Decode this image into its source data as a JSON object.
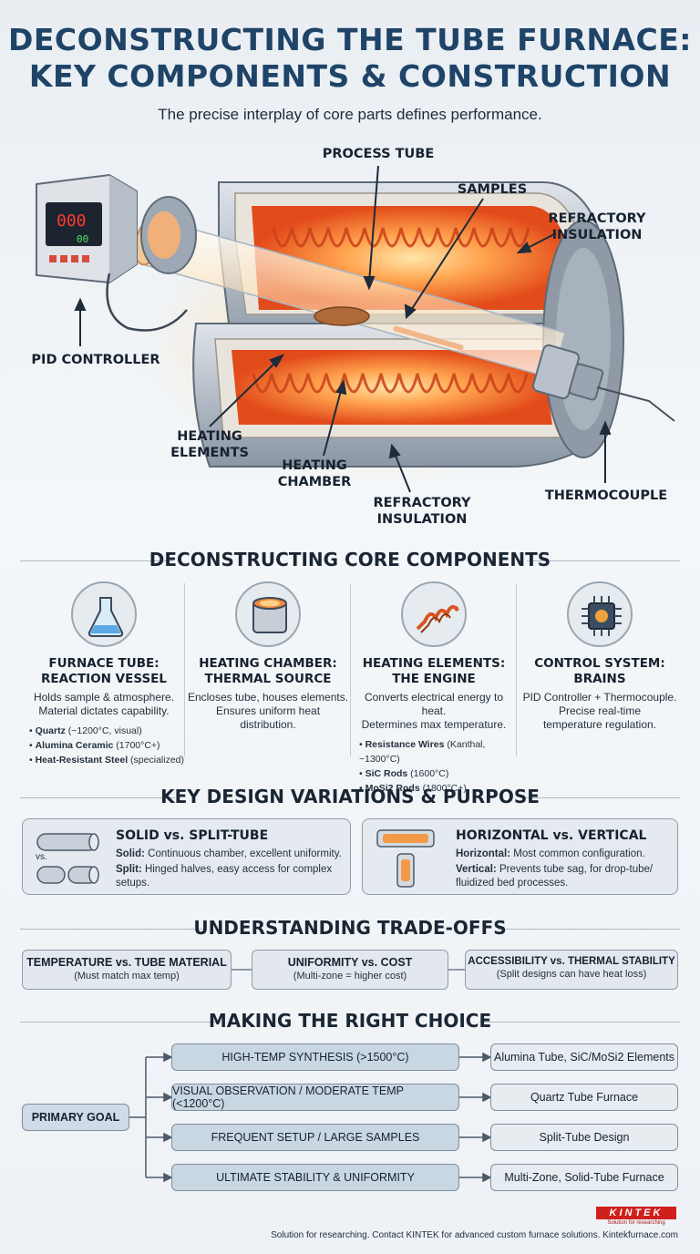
{
  "header": {
    "title_line1": "DECONSTRUCTING THE TUBE FURNACE:",
    "title_line2": "KEY COMPONENTS & CONSTRUCTION",
    "subtitle": "The precise interplay of core parts defines performance."
  },
  "diagram": {
    "display_top": "000",
    "display_bottom": "00",
    "labels": {
      "process_tube": "PROCESS TUBE",
      "samples": "SAMPLES",
      "refractory_top": "REFRACTORY\nINSULATION",
      "pid_controller": "PID CONTROLLER",
      "heating_elements": "HEATING\nELEMENTS",
      "heating_chamber": "HEATING\nCHAMBER",
      "refractory_bottom": "REFRACTORY\nINSULATION",
      "thermocouple": "THERMOCOUPLE"
    }
  },
  "components": {
    "heading": "DECONSTRUCTING CORE COMPONENTS",
    "items": [
      {
        "icon": "flask-icon",
        "title": "FURNACE TUBE:\nREACTION VESSEL",
        "desc": "Holds sample & atmosphere.\nMaterial dictates capability.",
        "bullets": [
          {
            "name": "Quartz",
            "detail": " (~1200°C, visual)"
          },
          {
            "name": "Alumina Ceramic",
            "detail": " (1700°C+)"
          },
          {
            "name": "Heat-Resistant Steel",
            "detail": " (specialized)"
          }
        ]
      },
      {
        "icon": "chamber-icon",
        "title": "HEATING CHAMBER:\nTHERMAL SOURCE",
        "desc": "Encloses tube, houses elements.\nEnsures uniform heat\ndistribution.",
        "bullets": []
      },
      {
        "icon": "coil-icon",
        "title": "HEATING ELEMENTS:\nTHE ENGINE",
        "desc": "Converts electrical energy to heat.\nDetermines max temperature.",
        "bullets": [
          {
            "name": "Resistance Wires",
            "detail": " (Kanthal, ~1300°C)"
          },
          {
            "name": "SiC Rods",
            "detail": " (1600°C)"
          },
          {
            "name": "MoSi2 Rods",
            "detail": " (1800°C+)"
          }
        ]
      },
      {
        "icon": "chip-icon",
        "title": "CONTROL SYSTEM:\nBRAINS",
        "desc": "PID Controller + Thermocouple.\nPrecise real-time\ntemperature regulation.",
        "bullets": []
      }
    ]
  },
  "variations": {
    "heading": "KEY DESIGN VARIATIONS & PURPOSE",
    "solid_split": {
      "title": "SOLID vs. SPLIT-TUBE",
      "vs": "vs.",
      "line1_label": "Solid:",
      "line1": " Continuous chamber, excellent uniformity.",
      "line2_label": "Split:",
      "line2": " Hinged halves, easy access for complex\nsetups."
    },
    "orientation": {
      "title": "HORIZONTAL vs. VERTICAL",
      "line1_label": "Horizontal:",
      "line1": " Most common configuration.",
      "line2_label": "Vertical:",
      "line2": " Prevents tube sag, for drop-tube/\nfluidized bed processes."
    }
  },
  "tradeoffs": {
    "heading": "UNDERSTANDING TRADE-OFFS",
    "items": [
      {
        "title": "TEMPERATURE vs. TUBE MATERIAL",
        "note": "(Must match max temp)"
      },
      {
        "title": "UNIFORMITY vs. COST",
        "note": "(Multi-zone = higher cost)"
      },
      {
        "title": "ACCESSIBILITY vs. THERMAL STABILITY",
        "note": "(Split designs can have heat loss)"
      }
    ]
  },
  "choice": {
    "heading": "MAKING THE RIGHT CHOICE",
    "goal": "PRIMARY GOAL",
    "rows": [
      {
        "need": "HIGH-TEMP SYNTHESIS (>1500°C)",
        "result": "Alumina Tube, SiC/MoSi2 Elements"
      },
      {
        "need": "VISUAL OBSERVATION / MODERATE TEMP (<1200°C)",
        "result": "Quartz Tube Furnace"
      },
      {
        "need": "FREQUENT SETUP / LARGE SAMPLES",
        "result": "Split-Tube Design"
      },
      {
        "need": "ULTIMATE STABILITY & UNIFORMITY",
        "result": "Multi-Zone, Solid-Tube Furnace"
      }
    ]
  },
  "brand": {
    "logo": "KINTEK",
    "tagline": "Solution for researching",
    "footer": "Solution for researching. Contact KINTEK for advanced custom furnace solutions. Kintekfurnace.com"
  },
  "colors": {
    "title": "#1f4468",
    "heat_glow": "#ff7a2e",
    "coil": "#e0501e",
    "brand_red": "#d0201c"
  }
}
